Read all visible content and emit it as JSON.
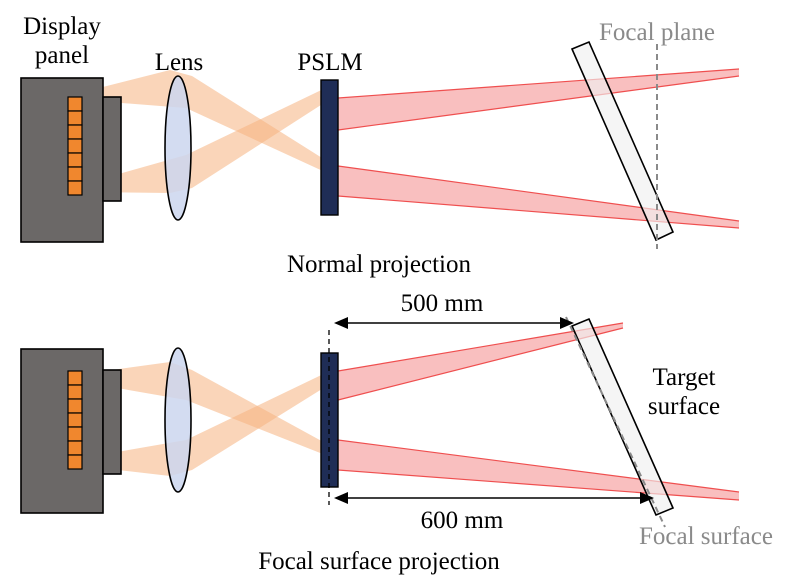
{
  "labels": {
    "display_line1": "Display",
    "display_line2": "panel",
    "lens": "Lens",
    "pslm": "PSLM",
    "focal_plane": "Focal plane",
    "normal_projection": "Normal projection",
    "dist_500": "500 mm",
    "dist_600": "600 mm",
    "target_line1": "Target",
    "target_line2": "surface",
    "focal_surface": "Focal surface",
    "focal_surface_projection": "Focal surface projection"
  },
  "colors": {
    "panel": "#6b6867",
    "pixel": "#f0872e",
    "lens": "#cbd6ee",
    "pslm": "#1f2d56",
    "beam_orange": "#f6b27f",
    "beam_red": "#f48a8a",
    "red_line": "#ef4f4f",
    "screen": "#f0f0f0",
    "gray_label": "#8a8a8a"
  }
}
